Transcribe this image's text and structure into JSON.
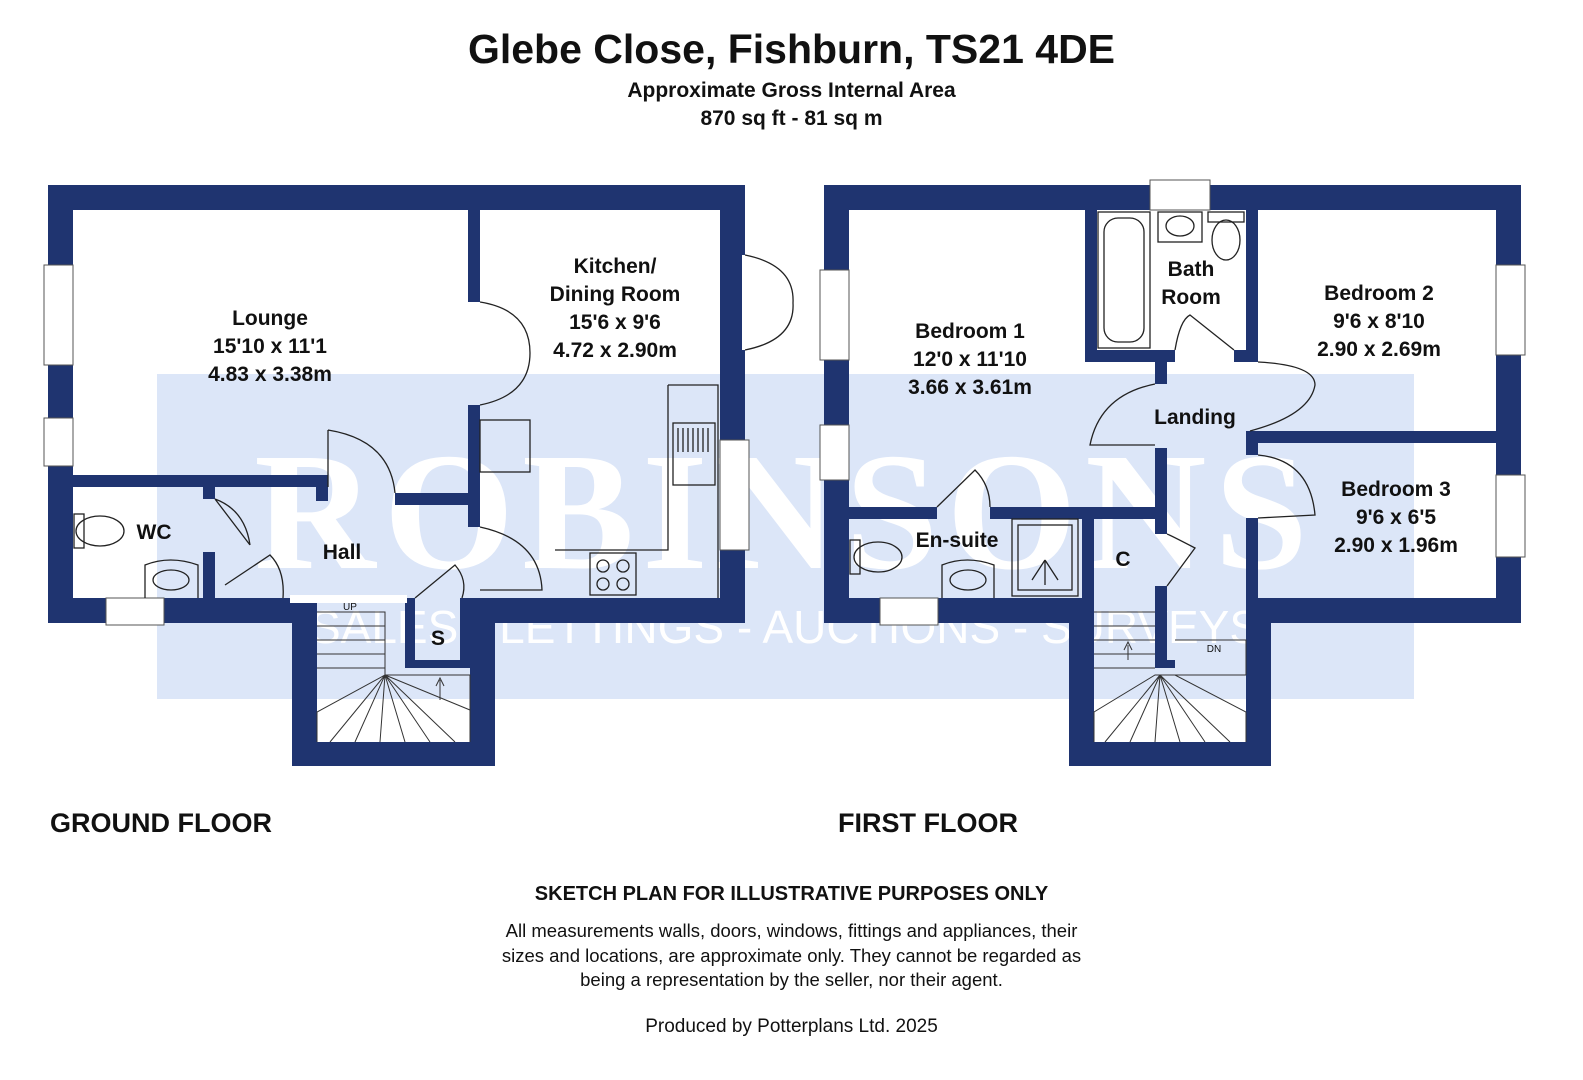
{
  "header": {
    "title": "Glebe Close, Fishburn, TS21 4DE",
    "subtitle": "Approximate Gross Internal Area",
    "area": "870 sq ft - 81 sq m"
  },
  "watermark": {
    "brand": "ROBINSONS",
    "tagline": "SALES - LETTINGS - AUCTIONS - SURVEYS"
  },
  "floors": {
    "ground": {
      "label": "GROUND FLOOR",
      "rooms": {
        "lounge": {
          "name": "Lounge",
          "imperial": "15'10 x 11'1",
          "metric": "4.83 x 3.38m"
        },
        "kitchen": {
          "name1": "Kitchen/",
          "name2": "Dining Room",
          "imperial": "15'6 x 9'6",
          "metric": "4.72 x 2.90m"
        },
        "wc": {
          "name": "WC"
        },
        "hall": {
          "name": "Hall"
        },
        "store": {
          "name": "S"
        }
      },
      "stairs_label": "UP"
    },
    "first": {
      "label": "FIRST FLOOR",
      "rooms": {
        "bedroom1": {
          "name": "Bedroom 1",
          "imperial": "12'0 x 11'10",
          "metric": "3.66 x 3.61m"
        },
        "bathroom": {
          "name1": "Bath",
          "name2": "Room"
        },
        "bedroom2": {
          "name": "Bedroom 2",
          "imperial": "9'6 x 8'10",
          "metric": "2.90 x 2.69m"
        },
        "landing": {
          "name": "Landing"
        },
        "bedroom3": {
          "name": "Bedroom 3",
          "imperial": "9'6 x 6'5",
          "metric": "2.90 x 1.96m"
        },
        "ensuite": {
          "name": "En-suite"
        },
        "cupboard": {
          "name": "C"
        }
      },
      "stairs_label": "DN"
    }
  },
  "footer": {
    "disclaimer_title": "SKETCH PLAN FOR ILLUSTRATIVE PURPOSES ONLY",
    "disclaimer_lines": [
      "All measurements walls, doors, windows, fittings and appliances, their",
      "sizes and locations, are approximate only. They cannot be regarded as",
      "being a representation by the seller, nor their agent."
    ],
    "credit": "Produced by Potterplans Ltd. 2025"
  },
  "colors": {
    "wall": "#1f3470",
    "watermark": "#dce6f8",
    "watermark_text": "#ffffff"
  }
}
